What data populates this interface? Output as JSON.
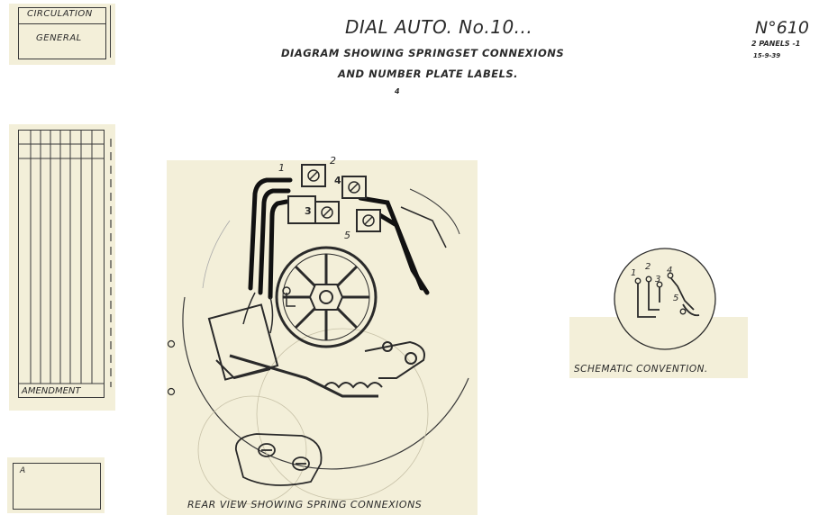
{
  "header": {
    "title": "DIAL AUTO. No.10...",
    "subtitle_line1": "DIAGRAM SHOWING SPRINGSET CONNEXIONS",
    "subtitle_line2": "AND NUMBER PLATE LABELS.",
    "mark": "4"
  },
  "drawing_ref": {
    "number": "N°610",
    "panels": "2 PANELS -1",
    "date": "15-9-39"
  },
  "circulation_box": {
    "label": "CIRCULATION",
    "value": "GENERAL"
  },
  "amendment_table": {
    "label": "AMENDMENT"
  },
  "corner_box": {
    "mark": "A"
  },
  "main_view": {
    "caption": "REAR VIEW SHOWING SPRING CONNEXIONS",
    "spring_labels": [
      "1",
      "2",
      "3",
      "4",
      "5"
    ]
  },
  "schematic": {
    "caption": "SCHEMATIC CONVENTION.",
    "labels": [
      "1",
      "2",
      "3",
      "4",
      "5"
    ]
  },
  "colors": {
    "paper": "#f3efd9",
    "ink": "#2a2a2a"
  }
}
